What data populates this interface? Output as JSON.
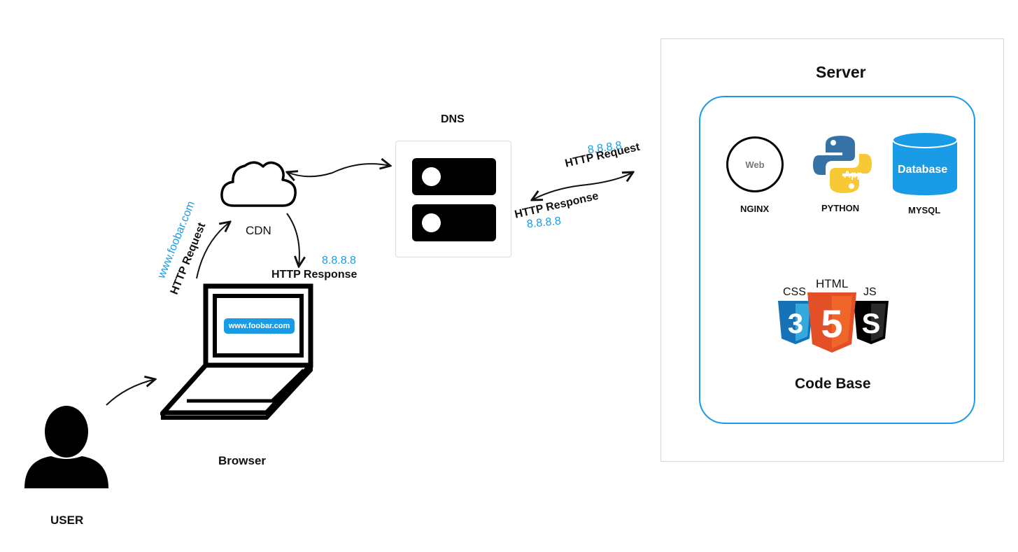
{
  "user": {
    "label": "USER"
  },
  "browser": {
    "label": "Browser",
    "url_bar": "www.foobar.com"
  },
  "cdn": {
    "label": "CDN"
  },
  "dns": {
    "label": "DNS"
  },
  "browser_to_cdn": {
    "domain": "www.foobar.com",
    "label": "HTTP Request"
  },
  "cdn_to_browser": {
    "ip": "8.8.8.8",
    "label": "HTTP Response"
  },
  "dns_to_server": {
    "ip": "8.8.8.8",
    "label": "HTTP Request"
  },
  "server_to_dns": {
    "label": "HTTP Response",
    "ip": "8.8.8.8"
  },
  "server": {
    "title": "Server",
    "nginx": {
      "badge": "Web",
      "label": "NGINX"
    },
    "python": {
      "badge": "App",
      "label": "PYTHON"
    },
    "mysql": {
      "badge": "Database",
      "label": "MYSQL"
    },
    "codebase": {
      "css": "CSS",
      "html": "HTML",
      "js": "JS",
      "shield_css": "3",
      "shield_html": "5",
      "shield_js": "S",
      "label": "Code Base"
    }
  },
  "colors": {
    "accent": "#1a9be6",
    "python_blue": "#3572a5",
    "python_yellow": "#f7c935",
    "html_orange": "#e34f26",
    "css_blue": "#1572b6"
  }
}
